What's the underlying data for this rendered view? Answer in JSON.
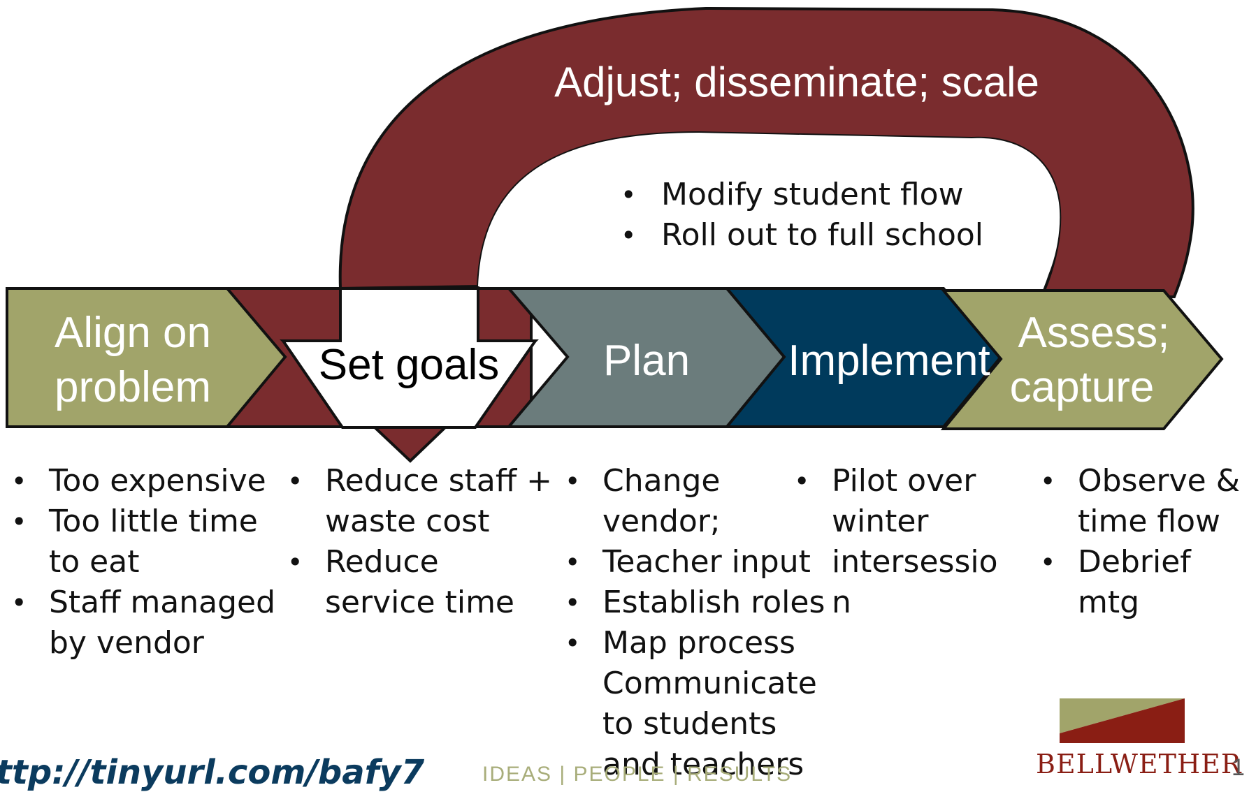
{
  "loop": {
    "title": "Adjust; disseminate; scale",
    "items": [
      "Modify student flow",
      "Roll out to full school"
    ]
  },
  "steps": [
    {
      "label_lines": [
        "Align on",
        "problem"
      ],
      "color": "#a1a46a"
    },
    {
      "label_lines": [
        "Set goals"
      ],
      "color": "#ffffff"
    },
    {
      "label_lines": [
        "Plan"
      ],
      "color": "#6b7c7c"
    },
    {
      "label_lines": [
        "Implement"
      ],
      "color": "#003a5c"
    },
    {
      "label_lines": [
        "Assess;",
        "capture"
      ],
      "color": "#a1a46a"
    }
  ],
  "columns": [
    {
      "items": [
        {
          "lines": [
            "Too expensive"
          ]
        },
        {
          "lines": [
            "Too little time",
            "to eat"
          ]
        },
        {
          "lines": [
            "Staff managed",
            "by vendor"
          ]
        }
      ]
    },
    {
      "items": [
        {
          "lines": [
            "Reduce staff +",
            "waste cost"
          ]
        },
        {
          "lines": [
            "Reduce",
            "service time"
          ]
        }
      ]
    },
    {
      "items": [
        {
          "lines": [
            "Change",
            "vendor;"
          ]
        },
        {
          "lines": [
            "Teacher input"
          ]
        },
        {
          "lines": [
            "Establish roles"
          ]
        },
        {
          "lines": [
            "Map process",
            "Communicate",
            "to students",
            "and teachers"
          ]
        }
      ]
    },
    {
      "items": [
        {
          "lines": [
            "Pilot over",
            "winter",
            "intersessio",
            "n"
          ]
        }
      ]
    },
    {
      "items": [
        {
          "lines": [
            "Observe &",
            "time flow"
          ]
        },
        {
          "lines": [
            "Debrief",
            "mtg"
          ]
        }
      ]
    }
  ],
  "footer": {
    "url": "ttp://tinyurl.com/bafy7",
    "tagline": "IDEAS  |  PEOPLE  |  RESULTS",
    "brand": "BELLWETHER",
    "page": "1"
  },
  "colors": {
    "loop": "#7a2c2e",
    "outline": "#111111",
    "brand_green": "#a1a46a",
    "brand_red": "#8a1e14"
  }
}
